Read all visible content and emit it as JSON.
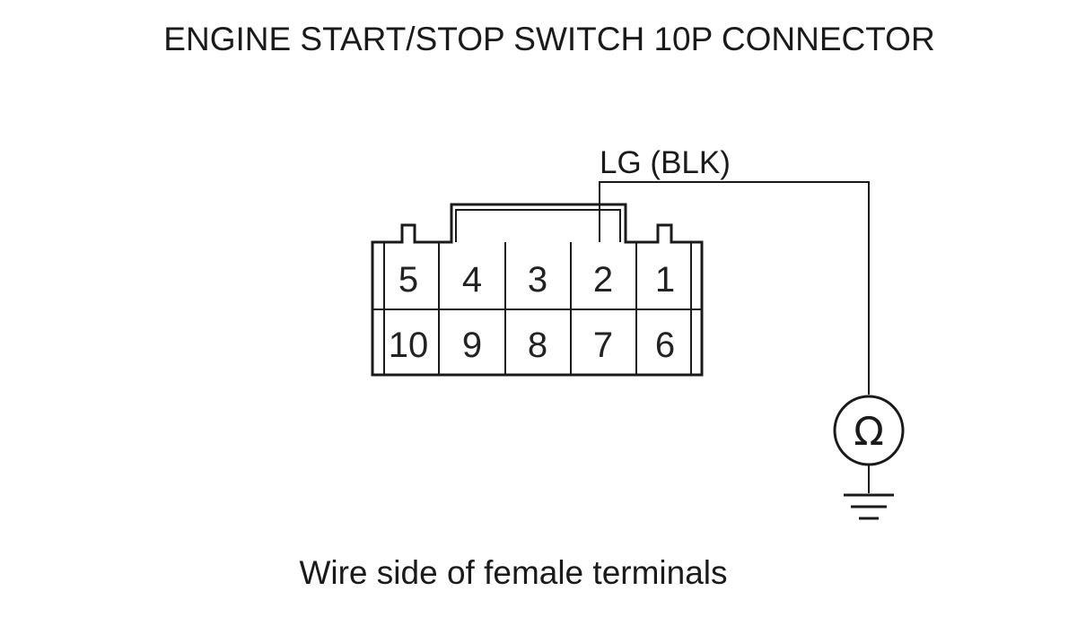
{
  "title": "ENGINE START/STOP SWITCH 10P CONNECTOR",
  "wire_label": "LG (BLK)",
  "caption": "Wire side of female terminals",
  "meter_symbol": "Ω",
  "meter_icon": "ohmmeter-icon",
  "ground_icon": "ground-icon",
  "connector": {
    "top_row": [
      "5",
      "4",
      "3",
      "2",
      "1"
    ],
    "bottom_row": [
      "10",
      "9",
      "8",
      "7",
      "6"
    ],
    "probed_terminal": "2"
  }
}
